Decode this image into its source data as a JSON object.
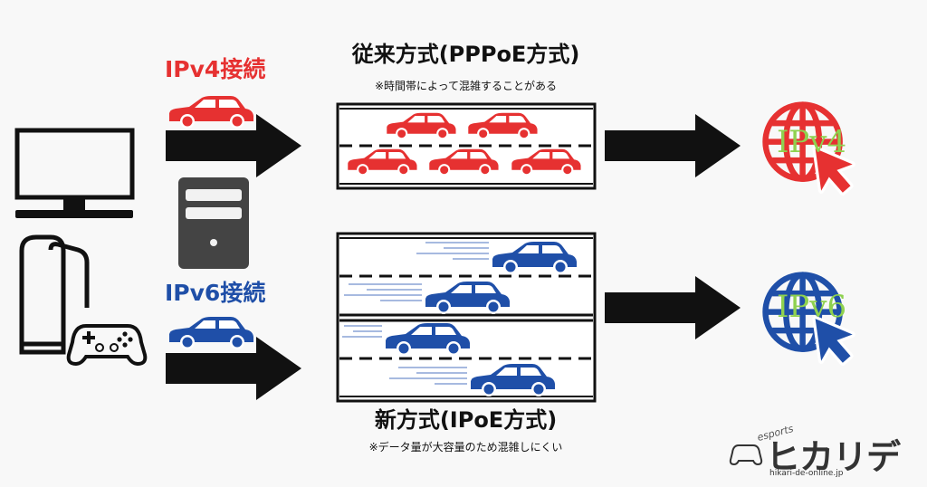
{
  "labels": {
    "ipv4_connection": "IPv4接続",
    "ipv6_connection": "IPv6接続"
  },
  "old_method": {
    "title": "従来方式(PPPoE方式)",
    "note": "※時間帯によって混雑することがある"
  },
  "new_method": {
    "title": "新方式(IPoE方式)",
    "note": "※データ量が大容量のため混雑しにくい"
  },
  "globes": {
    "ipv4": "IPv4",
    "ipv6": "IPv6"
  },
  "logo": {
    "esports": "esports",
    "name": "ヒカリデ",
    "url": "hikari-de-online.jp"
  },
  "colors": {
    "ipv4_red": "#e63131",
    "ipv6_blue": "#1f4fa8",
    "arrow_black": "#111111",
    "device_gray": "#444444"
  },
  "icons": [
    "monitor-icon",
    "game-console-icon",
    "game-controller-icon",
    "server-tower-icon",
    "car-icon",
    "globe-cursor-icon",
    "arrow-right-icon"
  ]
}
